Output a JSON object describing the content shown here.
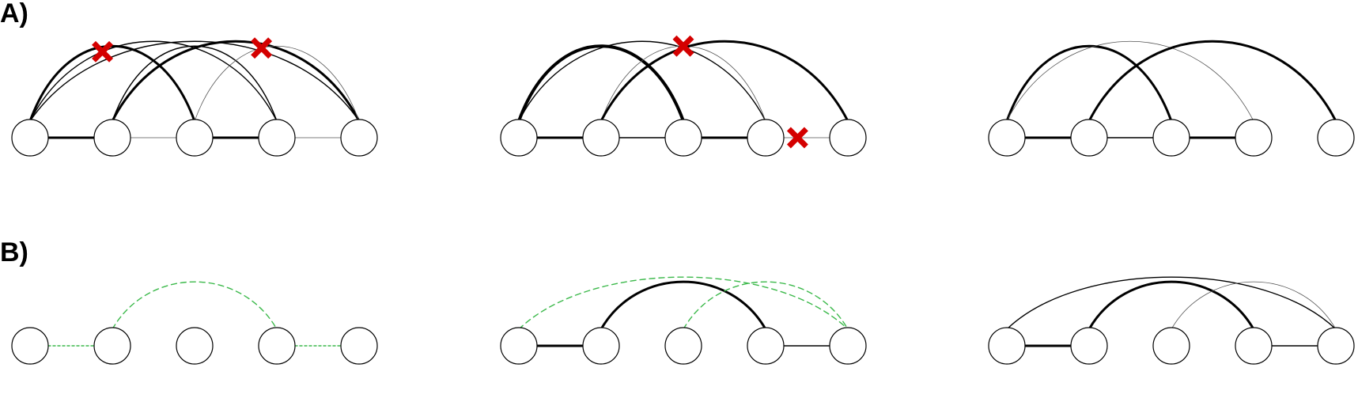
{
  "labels": {
    "a": "A)",
    "b": "B)"
  },
  "colors": {
    "black": "#000000",
    "gray": "#555555",
    "green": "#3cb94b",
    "red": "#d40000"
  },
  "rows": [
    {
      "row_label": "a",
      "panels": [
        {
          "nodes": 5,
          "links": [
            {
              "from": 0,
              "to": 1,
              "w": "thick",
              "c": "black"
            },
            {
              "from": 1,
              "to": 2,
              "w": "hair",
              "c": "gray"
            },
            {
              "from": 2,
              "to": 3,
              "w": "thick",
              "c": "black"
            },
            {
              "from": 3,
              "to": 4,
              "w": "hair",
              "c": "gray"
            }
          ],
          "arcs": [
            {
              "from": 0,
              "to": 2,
              "h": "high",
              "w": "thick",
              "c": "black"
            },
            {
              "from": 0,
              "to": 3,
              "h": "high",
              "w": "thin",
              "c": "black"
            },
            {
              "from": 0,
              "to": 4,
              "h": "high",
              "w": "thin",
              "c": "black"
            },
            {
              "from": 1,
              "to": 3,
              "h": "high",
              "w": "thin",
              "c": "black"
            },
            {
              "from": 1,
              "to": 4,
              "h": "high",
              "w": "thick",
              "c": "black"
            },
            {
              "from": 2,
              "to": 4,
              "h": "high",
              "w": "hair",
              "c": "gray"
            }
          ],
          "crosses": [
            {
              "arc": 1,
              "t": 0.32
            },
            {
              "arc": 5,
              "t": 0.42
            }
          ]
        },
        {
          "nodes": 5,
          "links": [
            {
              "from": 0,
              "to": 1,
              "w": "thick",
              "c": "black"
            },
            {
              "from": 1,
              "to": 2,
              "w": "thin",
              "c": "black"
            },
            {
              "from": 2,
              "to": 3,
              "w": "thick",
              "c": "black"
            },
            {
              "from": 3,
              "to": 4,
              "w": "hair",
              "c": "gray"
            }
          ],
          "arcs": [
            {
              "from": 0,
              "to": 2,
              "h": "high",
              "w": "xthick",
              "c": "black"
            },
            {
              "from": 0,
              "to": 3,
              "h": "high",
              "w": "thin",
              "c": "black"
            },
            {
              "from": 1,
              "to": 3,
              "h": "high",
              "w": "hair",
              "c": "gray"
            },
            {
              "from": 1,
              "to": 4,
              "h": "high",
              "w": "thick",
              "c": "black"
            }
          ],
          "crosses": [
            {
              "arc": 2,
              "t": 0.5
            },
            {
              "link": 3,
              "t": 0.3
            }
          ]
        },
        {
          "nodes": 5,
          "links": [
            {
              "from": 0,
              "to": 1,
              "w": "thick",
              "c": "black"
            },
            {
              "from": 1,
              "to": 2,
              "w": "thin",
              "c": "black"
            },
            {
              "from": 2,
              "to": 3,
              "w": "thick",
              "c": "black"
            }
          ],
          "arcs": [
            {
              "from": 0,
              "to": 2,
              "h": "high",
              "w": "thick",
              "c": "black"
            },
            {
              "from": 0,
              "to": 3,
              "h": "high",
              "w": "hair",
              "c": "gray"
            },
            {
              "from": 1,
              "to": 4,
              "h": "high",
              "w": "thick",
              "c": "black"
            }
          ],
          "crosses": []
        }
      ]
    },
    {
      "row_label": "b",
      "panels": [
        {
          "nodes": 5,
          "links": [
            {
              "from": 0,
              "to": 1,
              "w": "thin",
              "c": "green",
              "dash": "dotted"
            },
            {
              "from": 3,
              "to": 4,
              "w": "thin",
              "c": "green",
              "dash": "dotted"
            }
          ],
          "arcs": [
            {
              "from": 1,
              "to": 3,
              "h": "high",
              "w": "thin",
              "c": "green",
              "dash": "dashed"
            }
          ],
          "crosses": []
        },
        {
          "nodes": 5,
          "links": [
            {
              "from": 0,
              "to": 1,
              "w": "thick",
              "c": "black"
            },
            {
              "from": 3,
              "to": 4,
              "w": "thin",
              "c": "black"
            }
          ],
          "arcs": [
            {
              "from": 1,
              "to": 3,
              "h": "high",
              "w": "thick",
              "c": "black"
            },
            {
              "from": 0,
              "to": 4,
              "h": "high",
              "w": "thin",
              "c": "green",
              "dash": "dashed"
            },
            {
              "from": 2,
              "to": 4,
              "h": "high",
              "w": "thin",
              "c": "green",
              "dash": "dashed"
            }
          ],
          "crosses": []
        },
        {
          "nodes": 5,
          "links": [
            {
              "from": 0,
              "to": 1,
              "w": "thick",
              "c": "black"
            },
            {
              "from": 3,
              "to": 4,
              "w": "thin",
              "c": "black"
            }
          ],
          "arcs": [
            {
              "from": 1,
              "to": 3,
              "h": "high",
              "w": "thick",
              "c": "black"
            },
            {
              "from": 0,
              "to": 4,
              "h": "high",
              "w": "thin",
              "c": "black"
            },
            {
              "from": 2,
              "to": 4,
              "h": "high",
              "w": "hair",
              "c": "gray"
            }
          ],
          "crosses": []
        }
      ]
    }
  ]
}
